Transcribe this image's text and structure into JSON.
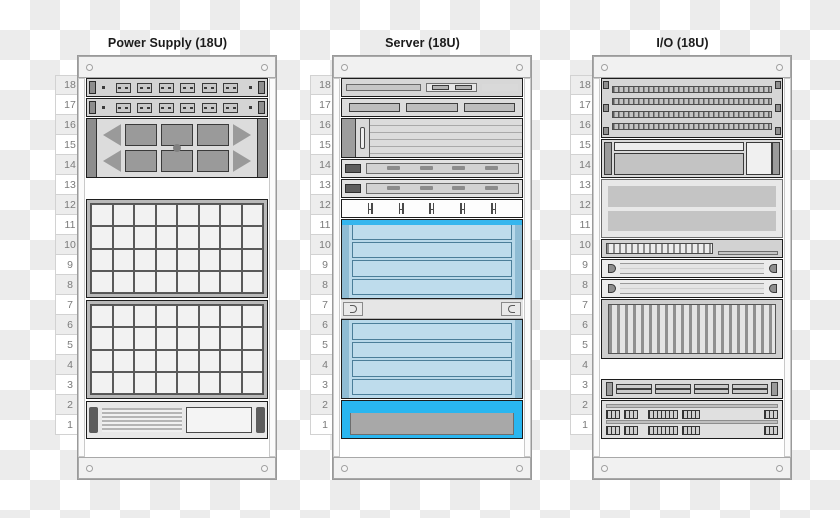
{
  "racks": [
    {
      "title": "Power Supply (18U)",
      "u_labels": [
        "18",
        "17",
        "16",
        "15",
        "14",
        "13",
        "12",
        "11",
        "10",
        "9",
        "8",
        "7",
        "6",
        "5",
        "4",
        "3",
        "2",
        "1"
      ]
    },
    {
      "title": "Server (18U)",
      "u_labels": [
        "18",
        "17",
        "16",
        "15",
        "14",
        "13",
        "12",
        "11",
        "10",
        "9",
        "8",
        "7",
        "6",
        "5",
        "4",
        "3",
        "2",
        "1"
      ]
    },
    {
      "title": "I/O (18U)",
      "u_labels": [
        "18",
        "17",
        "16",
        "15",
        "14",
        "13",
        "12",
        "11",
        "10",
        "9",
        "8",
        "7",
        "6",
        "5",
        "4",
        "3",
        "2",
        "1"
      ]
    }
  ],
  "colors": {
    "blade_blue": "#b9d9ea",
    "accent_blue": "#29b6f0",
    "frame": "#9a9a9a",
    "label_text": "#7b7b7b",
    "title_text": "#1b1b1b"
  }
}
